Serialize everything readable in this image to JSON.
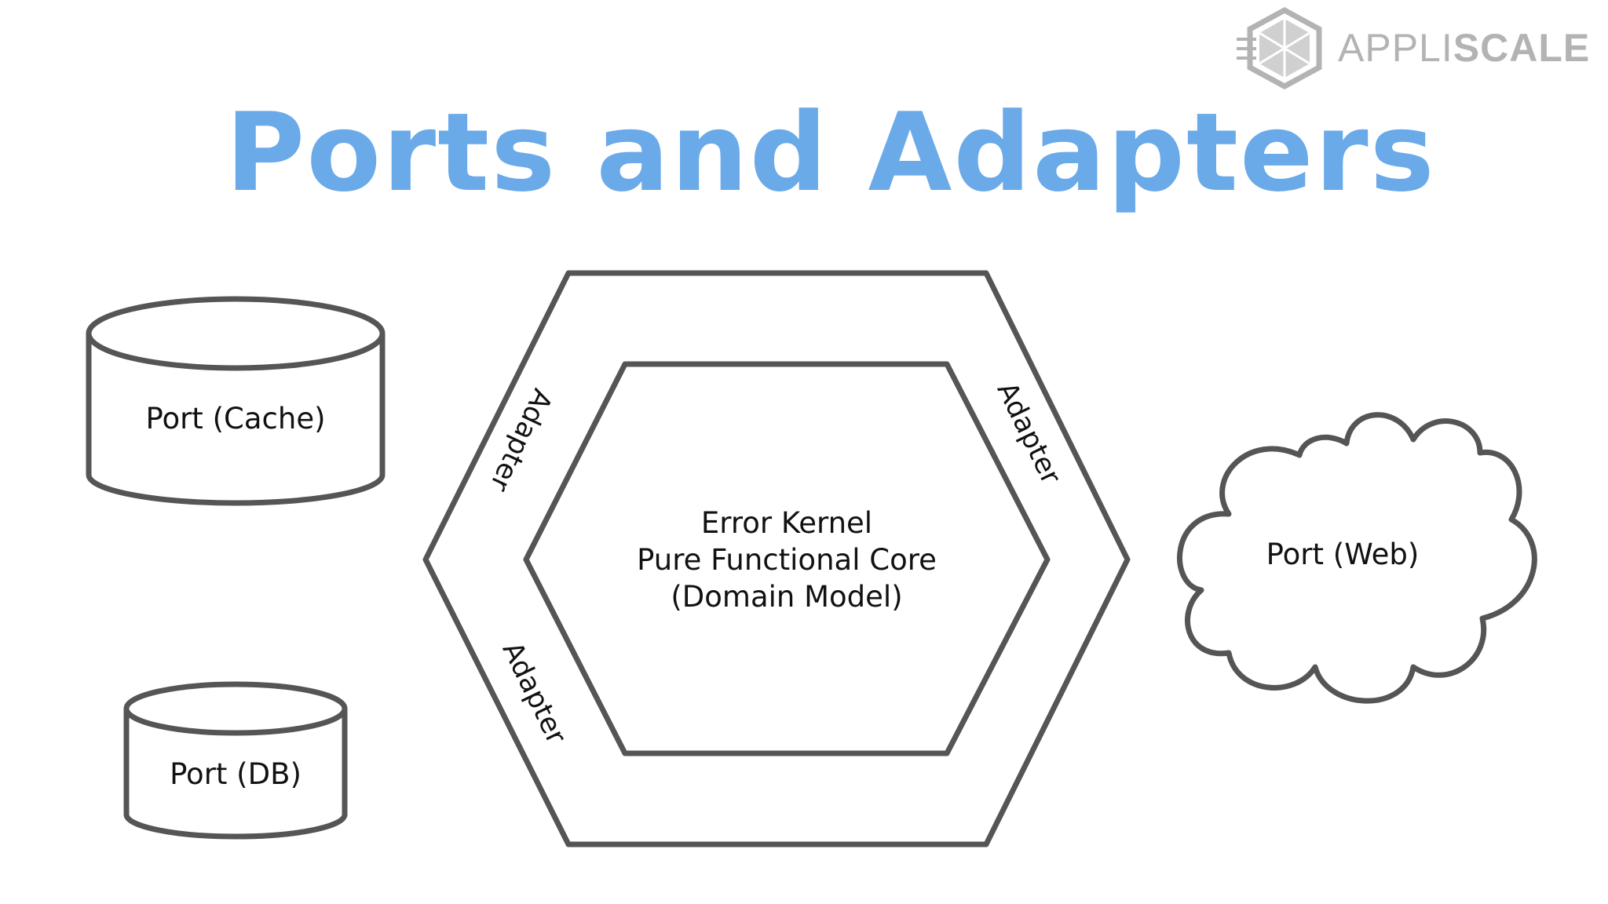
{
  "slide": {
    "title": "Ports and Adapters",
    "brand": {
      "prefix": "APPLI",
      "suffix": "SCALE",
      "icon": "cube-logo-icon"
    },
    "core": {
      "lines": [
        "Error Kernel",
        "Pure Functional Core",
        "(Domain Model)"
      ]
    },
    "adapters": {
      "upper_left": "Adapter",
      "upper_right": "Adapter",
      "lower_left": "Adapter"
    },
    "ports": {
      "cache": "Port (Cache)",
      "db": "Port (DB)",
      "web": "Port (Web)"
    }
  },
  "colors": {
    "title": "#6aaae8",
    "stroke": "#555555",
    "text": "#111111",
    "logo": "#b3b3b3"
  }
}
